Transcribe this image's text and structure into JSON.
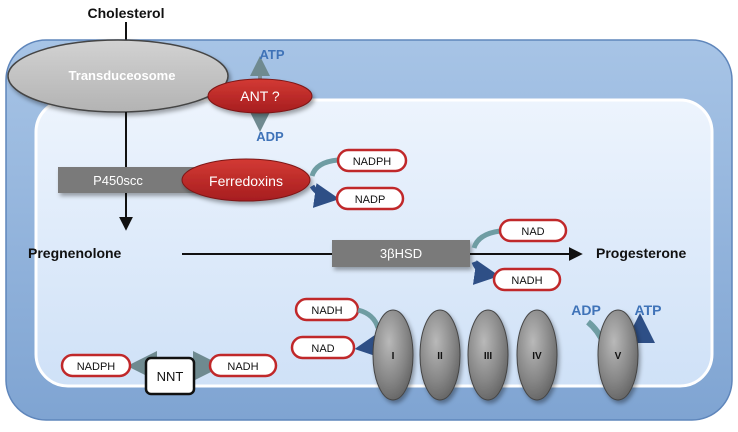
{
  "labels": {
    "cholesterol": "Cholesterol",
    "transduceosome": "Transduceosome",
    "ant": "ANT ?",
    "atp_top": "ATP",
    "adp_top": "ADP",
    "p450scc": "P450scc",
    "ferredoxins": "Ferredoxins",
    "nadph_1": "NADPH",
    "nadp": "NADP",
    "pregnenolone": "Pregnenolone",
    "hsd": "3βHSD",
    "nad_1": "NAD",
    "nadh_1": "NADH",
    "progesterone": "Progesterone",
    "nadh_2": "NADH",
    "nad_2": "NAD",
    "complex_1": "I",
    "complex_2": "II",
    "complex_3": "III",
    "complex_4": "IV",
    "complex_5": "V",
    "adp_right": "ADP",
    "atp_right": "ATP",
    "nadph_2": "NADPH",
    "nnt": "NNT",
    "nadh_3": "NADH"
  },
  "colors": {
    "outer_membrane": "#8fb2dc",
    "inner_matrix": "#dceafb",
    "accent_red": "#c0282a",
    "enzyme_gray": "#7a7a7a",
    "arrow_blue": "#2e4f86",
    "label_blue": "#3f73b8",
    "teal_arrow": "#6f9da3"
  }
}
